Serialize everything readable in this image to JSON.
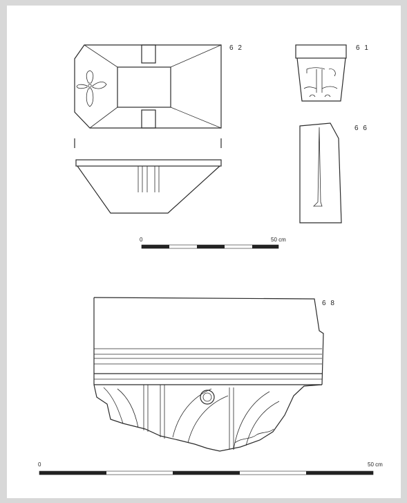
{
  "figure": {
    "labels": {
      "item_62": "6 2",
      "item_61": "6 1",
      "item_66": "6 6",
      "item_68": "6 8"
    },
    "scales": [
      {
        "zero": "0",
        "end": "50 cm"
      },
      {
        "zero": "0",
        "end": "50 cm"
      }
    ]
  }
}
